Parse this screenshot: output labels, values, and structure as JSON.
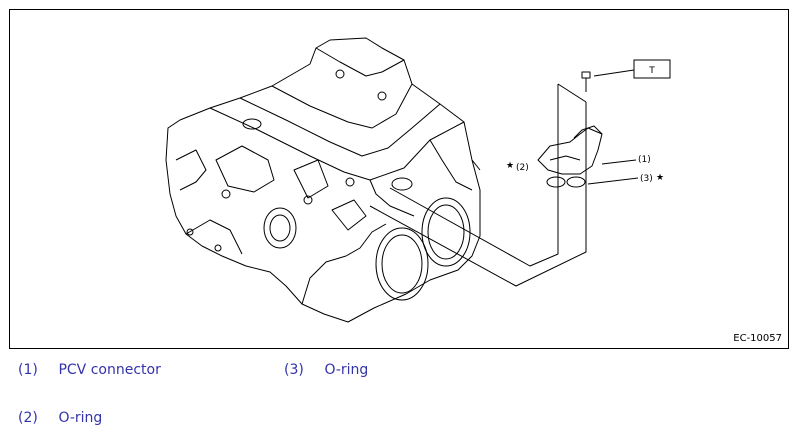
{
  "figure": {
    "code": "EC-10057",
    "callouts": {
      "torque_box": "T",
      "label1": "(1)",
      "label2": "(2)",
      "label3": "(3)",
      "star": "★"
    }
  },
  "legend": [
    {
      "num": "(1)",
      "text": "PCV connector"
    },
    {
      "num": "(3)",
      "text": "O-ring"
    },
    {
      "num": "(2)",
      "text": "O-ring"
    }
  ]
}
